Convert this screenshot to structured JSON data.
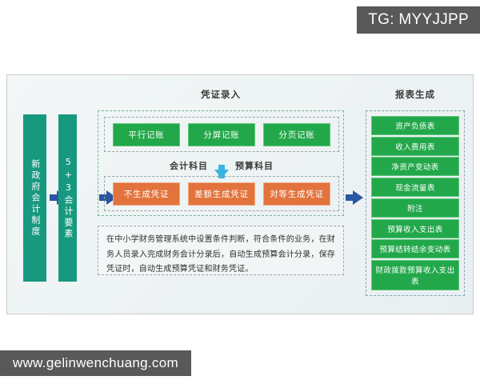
{
  "watermarks": {
    "top": "TG: MYYJJPP",
    "bottom": "www.gelinwenchuang.com"
  },
  "colors": {
    "teal": "#17997f",
    "green": "#22a84a",
    "orange": "#e3733c",
    "arrow_blue": "#2a56a3",
    "arrow_cyan": "#39b4de",
    "frame_bg": "#eef3f4"
  },
  "left_pillars": [
    {
      "label": "新政府会计制度"
    },
    {
      "label": "5+3会计要素"
    }
  ],
  "middle": {
    "title": "凭证录入",
    "entry_modes": [
      {
        "label": "平行记账"
      },
      {
        "label": "分屏记账"
      },
      {
        "label": "分页记账"
      }
    ],
    "subject_left": "会计科目",
    "subject_right": "预算科目",
    "voucher_modes": [
      {
        "label": "不生成凭证"
      },
      {
        "label": "差额生成凭证"
      },
      {
        "label": "对等生成凭证"
      }
    ],
    "note": "在中小学财务管理系统中设置条件判断，符合条件的业务，在财务人员录入完成财务会计分录后，自动生成预算会计分录，保存凭证时，自动生成预算凭证和财务凭证。"
  },
  "right": {
    "title": "报表生成",
    "reports": [
      {
        "label": "资产负债表"
      },
      {
        "label": "收入费用表"
      },
      {
        "label": "净资产变动表"
      },
      {
        "label": "现金流量表"
      },
      {
        "label": "附注"
      },
      {
        "label": "预算收入支出表"
      },
      {
        "label": "预算结转结余变动表"
      },
      {
        "label": "财政拨款预算收入支出表"
      }
    ]
  },
  "arrows": {
    "a1": "arrow-right-icon",
    "a2": "arrow-right-icon",
    "a3": "arrow-right-icon",
    "a4": "arrow-down-icon"
  }
}
